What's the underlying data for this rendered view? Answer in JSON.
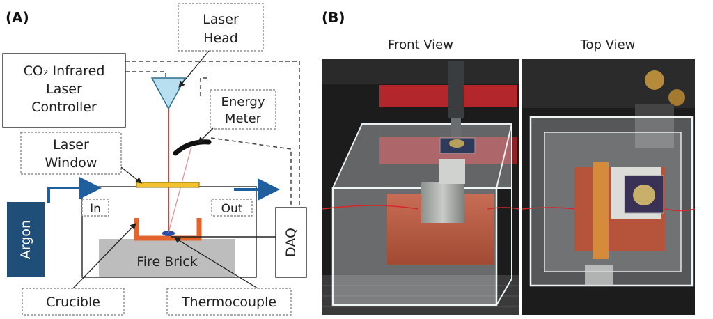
{
  "panel_a": {
    "panel_label": "(A)",
    "laser_head": [
      "Laser",
      "Head"
    ],
    "controller": [
      "CO₂ Infrared",
      "Laser",
      "Controller"
    ],
    "energy_meter": [
      "Energy",
      "Meter"
    ],
    "laser_window": [
      "Laser",
      "Window"
    ],
    "argon": "Argon",
    "inlet": "In",
    "outlet": "Out",
    "daq": "DAQ",
    "fire_brick": "Fire Brick",
    "crucible": "Crucible",
    "thermocouple": "Thermocouple"
  },
  "panel_b": {
    "panel_label": "(B)",
    "front_view": "Front View",
    "top_view": "Top View"
  },
  "colors": {
    "argon_tank": "#1f4e79",
    "gas_arrow": "#1f5f9e",
    "laser_beam": "#d62828",
    "laser_head": "#b8dff0",
    "laser_window": "#f2c12e",
    "crucible": "#e2632b",
    "fire_brick": "#bdbdbd",
    "brick_photo": "#b5543a"
  }
}
